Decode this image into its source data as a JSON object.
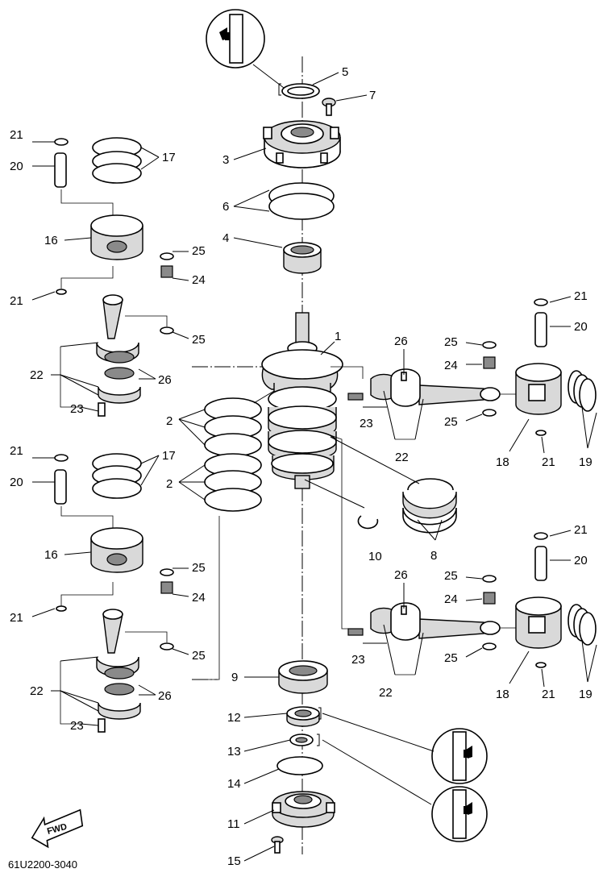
{
  "diagram_code": "61U2200-3040",
  "fwd_label": "FWD",
  "callouts": {
    "p1": "1",
    "p2a": "2",
    "p2b": "2",
    "p3": "3",
    "p4": "4",
    "p5": "5",
    "p6": "6",
    "p7": "7",
    "p8": "8",
    "p9": "9",
    "p10": "10",
    "p11": "11",
    "p12": "12",
    "p13": "13",
    "p14": "14",
    "p15": "15",
    "p16a": "16",
    "p16b": "16",
    "p17a": "17",
    "p17b": "17",
    "p18a": "18",
    "p18b": "18",
    "p19a": "19",
    "p19b": "19",
    "p20a": "20",
    "p20b": "20",
    "p20c": "20",
    "p20d": "20",
    "p21a": "21",
    "p21b": "21",
    "p21c": "21",
    "p21d": "21",
    "p21e": "21",
    "p21f": "21",
    "p21g": "21",
    "p21h": "21",
    "p22a": "22",
    "p22b": "22",
    "p22c": "22",
    "p22d": "22",
    "p23a": "23",
    "p23b": "23",
    "p23c": "23",
    "p23d": "23",
    "p24a": "24",
    "p24b": "24",
    "p24c": "24",
    "p24d": "24",
    "p25a": "25",
    "p25b": "25",
    "p25c": "25",
    "p25d": "25",
    "p25e": "25",
    "p25f": "25",
    "p25g": "25",
    "p25h": "25",
    "p26a": "26",
    "p26b": "26",
    "p26c": "26",
    "p26d": "26"
  }
}
